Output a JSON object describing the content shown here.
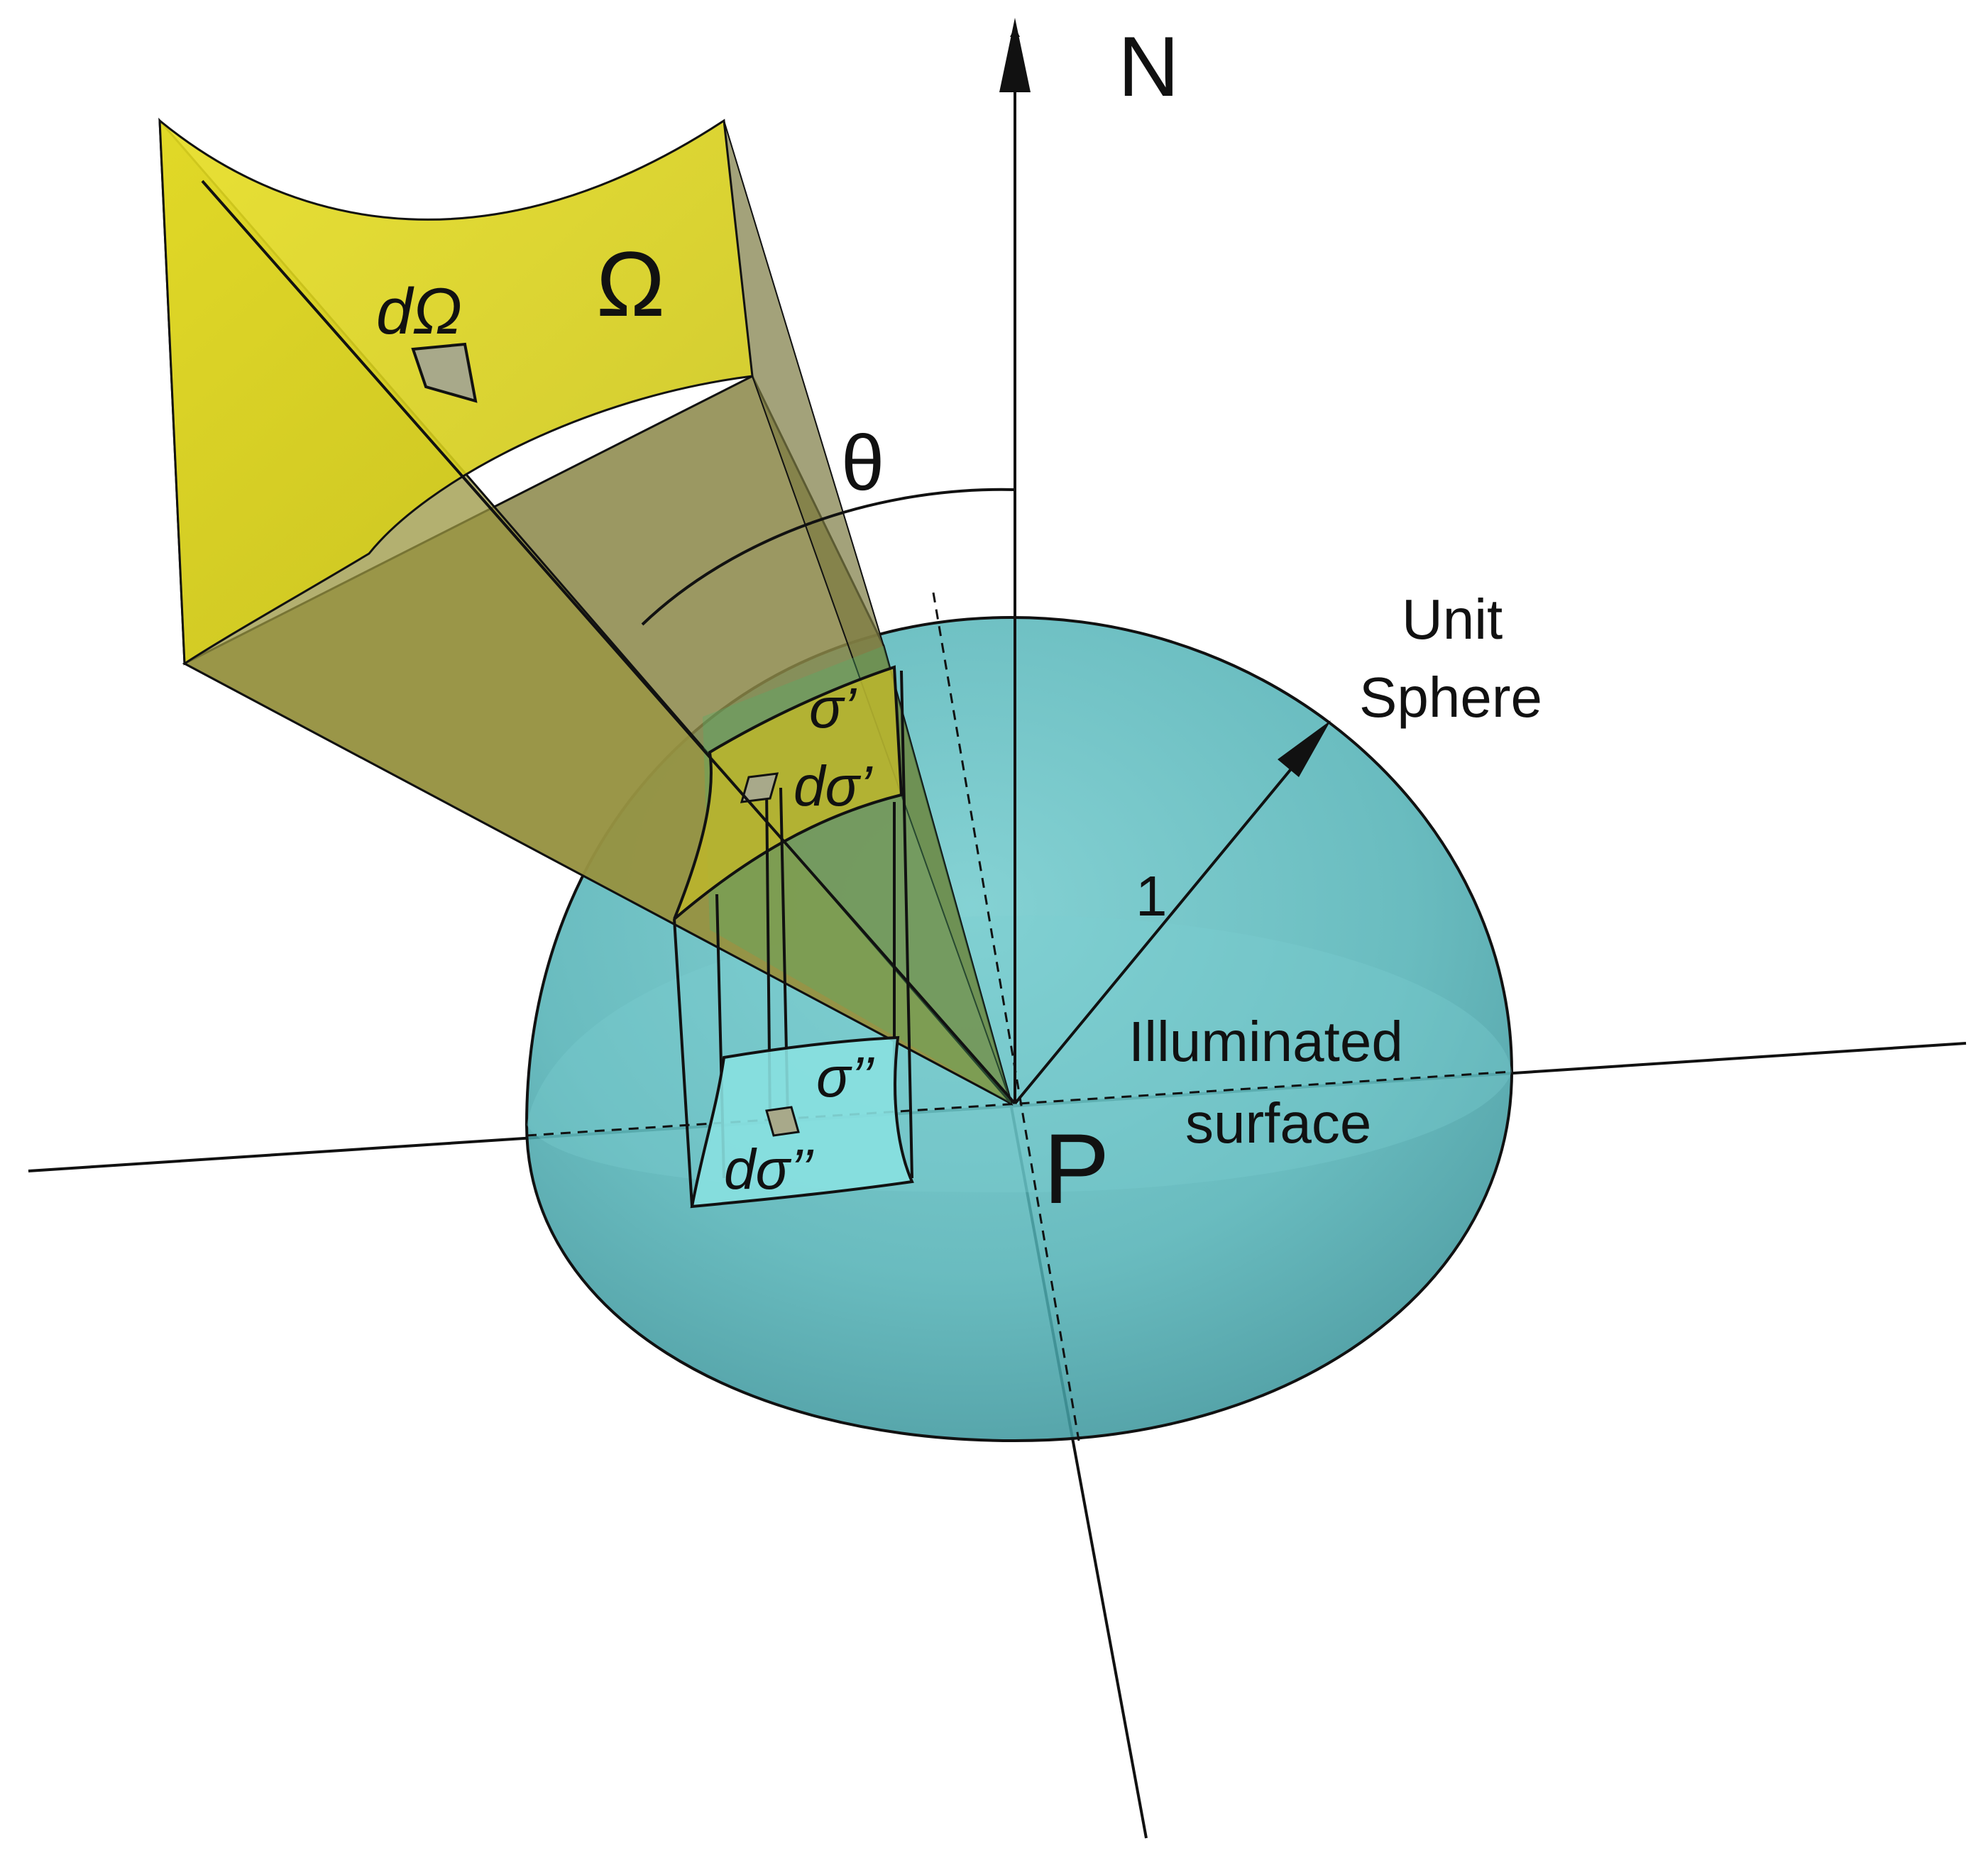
{
  "labels": {
    "normal": "N",
    "solid_angle": "Ω",
    "d_omega": "dΩ",
    "theta": "θ",
    "unit_sphere_line1": "Unit",
    "unit_sphere_line2": "Sphere",
    "radius": "1",
    "sigma_prime": "σ’",
    "d_sigma_prime": "dσ’",
    "sigma_double_prime": "σ’’",
    "d_sigma_double_prime": "dσ’’",
    "illuminated_line1": "Illuminated",
    "illuminated_line2": "surface",
    "point": "P"
  },
  "colors": {
    "hemisphere": "#4fb3b8",
    "hemisphere_dark": "#3f9a9c",
    "cone_yellow": "#d9d21c",
    "cone_olive": "#8a8646",
    "projection_fill": "#7fd9da",
    "lines": "#111111"
  }
}
